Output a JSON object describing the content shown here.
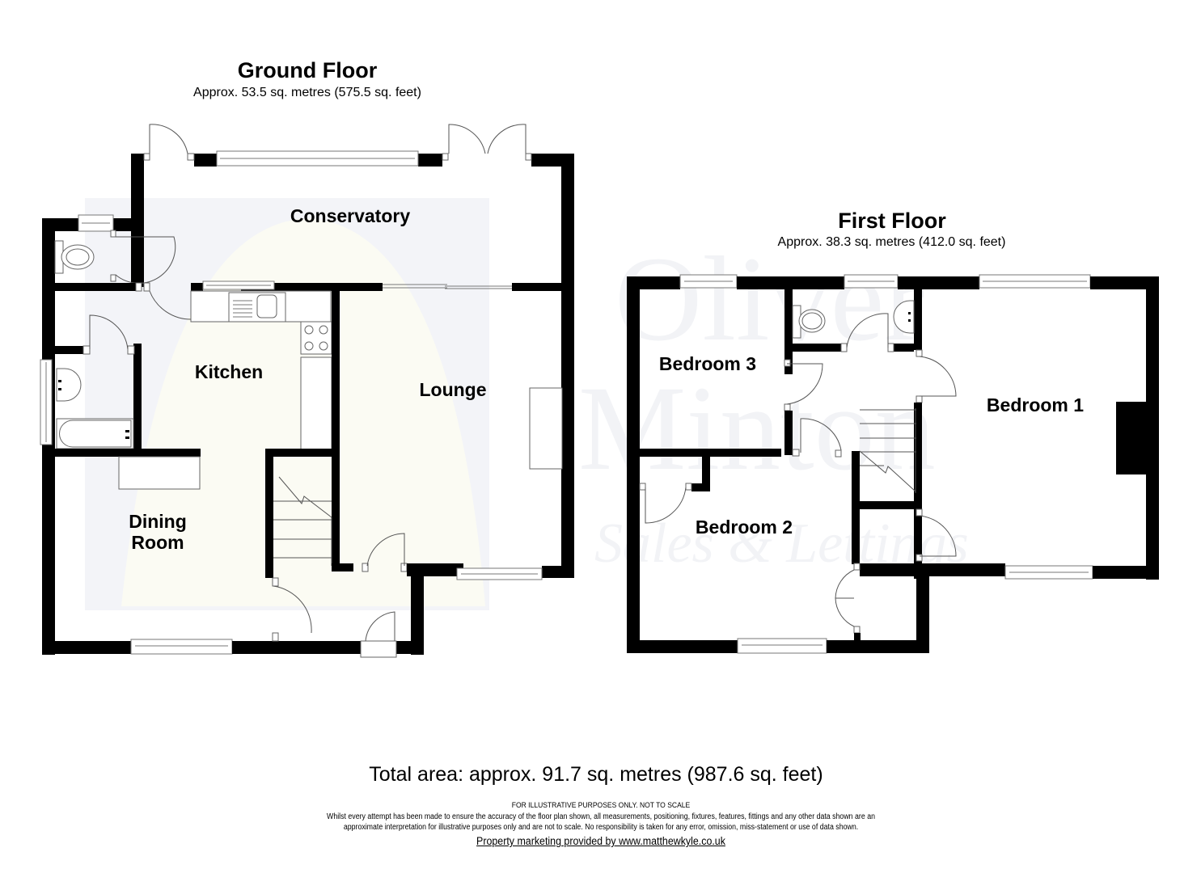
{
  "ground_floor": {
    "title": "Ground Floor",
    "area": "Approx. 53.5 sq. metres (575.5 sq. feet)",
    "rooms": {
      "conservatory": "Conservatory",
      "kitchen": "Kitchen",
      "lounge": "Lounge",
      "dining_line1": "Dining",
      "dining_line2": "Room"
    }
  },
  "first_floor": {
    "title": "First Floor",
    "area": "Approx. 38.3 sq. metres (412.0 sq. feet)",
    "rooms": {
      "bedroom1": "Bedroom 1",
      "bedroom2": "Bedroom 2",
      "bedroom3": "Bedroom 3"
    }
  },
  "watermark": {
    "line1": "Oliver",
    "line2": "Minton",
    "line3": "Sales & Lettings"
  },
  "footer": {
    "total_area": "Total area: approx. 91.7 sq. metres (987.6 sq. feet)",
    "caption": "FOR ILLUSTRATIVE PURPOSES ONLY. NOT TO SCALE",
    "disclaimer_line1": "Whilst every attempt has been made to ensure the accuracy of the floor plan shown, all measurements, positioning, fixtures, features, fittings and any other data shown are an",
    "disclaimer_line2": "approximate interpretation for illustrative purposes only and are not to scale. No responsibility is taken for any error, omission, miss-statement or use of data shown.",
    "credit": "Property marketing provided by www.matthewkyle.co.uk"
  }
}
